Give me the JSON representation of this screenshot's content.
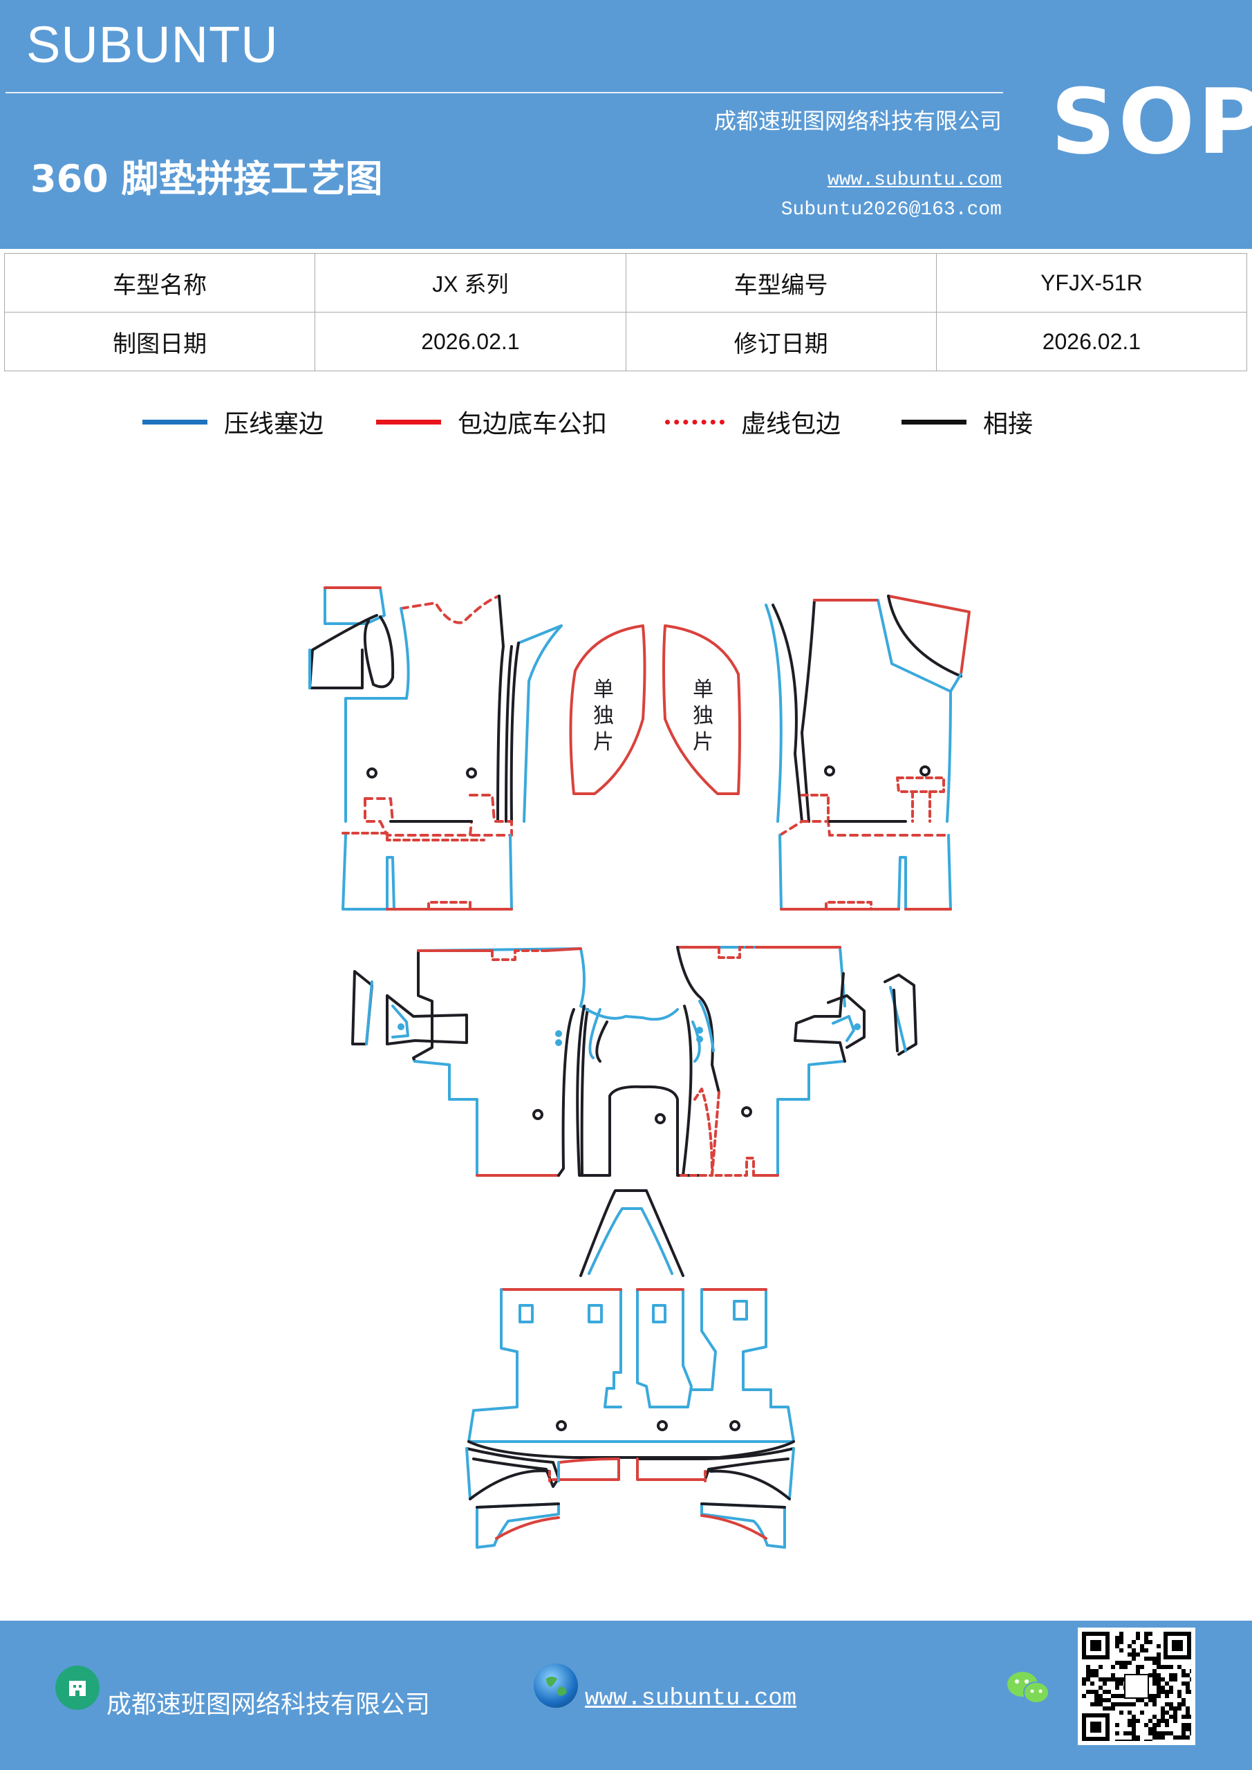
{
  "header": {
    "brand": "SUBUNTU",
    "company": "成都速班图网络科技有限公司",
    "title": "360 脚垫拼接工艺图",
    "url": "www.subuntu.com",
    "email": "Subuntu2026@163.com",
    "badge": "SOP"
  },
  "info_table": {
    "model_name_label": "车型名称",
    "model_name_value": "JX 系列",
    "model_code_label": "车型编号",
    "model_code_value": "YFJX-51R",
    "draw_date_label": "制图日期",
    "draw_date_value": "2026.02.1",
    "revise_date_label": "修订日期",
    "revise_date_value": "2026.02.1"
  },
  "legend": [
    {
      "label": "压线塞边",
      "color": "#1e73be",
      "style": "solid"
    },
    {
      "label": "包边底车公扣",
      "color": "#e8141c",
      "style": "solid"
    },
    {
      "label": "虚线包边",
      "color": "#e8141c",
      "style": "dotted"
    },
    {
      "label": "相接",
      "color": "#111111",
      "style": "solid"
    }
  ],
  "diagram": {
    "piece_label_left": [
      "单",
      "独",
      "片"
    ],
    "piece_label_right": [
      "单",
      "独",
      "片"
    ],
    "colors": {
      "blue": "#3aa9dc",
      "red": "#d9423c",
      "black": "#1d1d24"
    }
  },
  "footer": {
    "company": "成都速班图网络科技有限公司",
    "url": "www.subuntu.com",
    "icons": [
      "building-icon",
      "globe-icon",
      "wechat-icon",
      "qr-code"
    ]
  }
}
